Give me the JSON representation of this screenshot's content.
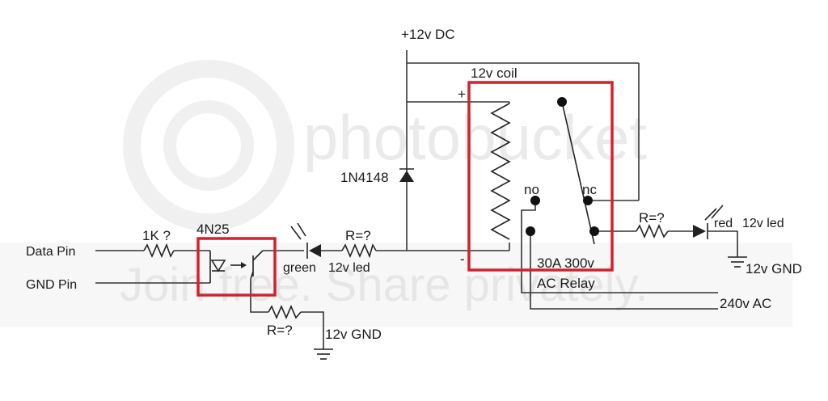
{
  "labels": {
    "supply": "+12v DC",
    "coil": "12v coil",
    "diode": "1N4148",
    "optocoupler": "4N25",
    "resistor_in": "1K ?",
    "resistor_r": "R=?",
    "data_pin": "Data Pin",
    "gnd_pin": "GND Pin",
    "green_led_color": "green",
    "green_led_rating": "12v led",
    "red_led_color": "red",
    "red_led_rating": "12v led",
    "no": "no",
    "nc": "nc",
    "relay_rating": "30A  300v",
    "relay_type": "AC Relay",
    "ac_line": "240v AC",
    "gnd_12v": "12v GND",
    "plus": "+",
    "minus": "-"
  },
  "watermark": {
    "brand": "photobucket",
    "tagline": "Join free. Share privately."
  },
  "colors": {
    "highlight_box": "#d2222c",
    "wire": "#333333"
  }
}
